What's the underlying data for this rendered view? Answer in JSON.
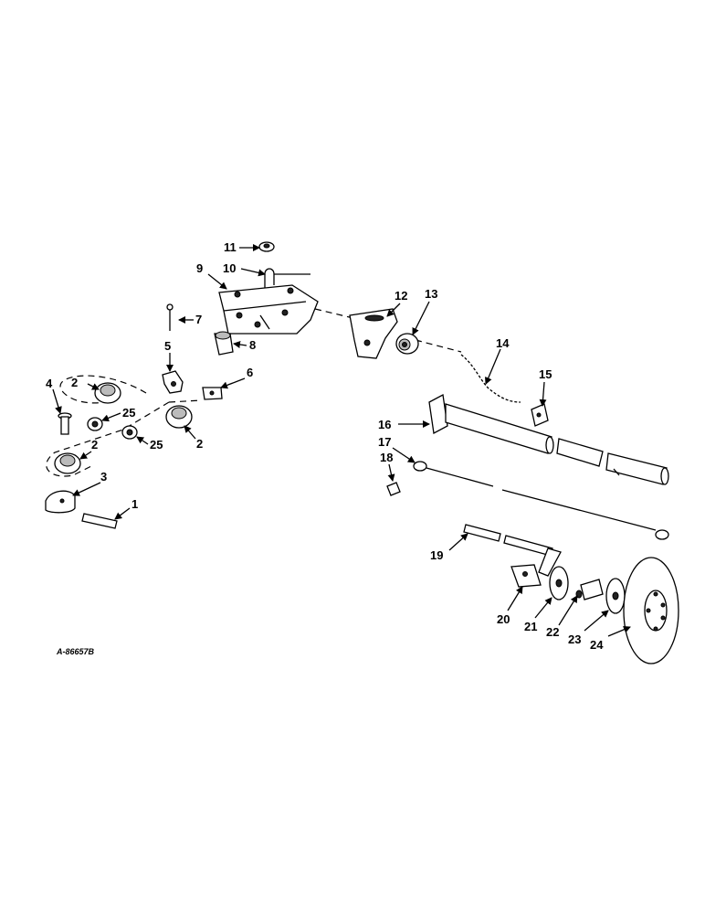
{
  "drawing_code": "A-86657B",
  "callouts": [
    {
      "id": "c1",
      "text": "1"
    },
    {
      "id": "c2a",
      "text": "2"
    },
    {
      "id": "c2b",
      "text": "2"
    },
    {
      "id": "c2c",
      "text": "2"
    },
    {
      "id": "c3",
      "text": "3"
    },
    {
      "id": "c4",
      "text": "4"
    },
    {
      "id": "c5",
      "text": "5"
    },
    {
      "id": "c6",
      "text": "6"
    },
    {
      "id": "c7",
      "text": "7"
    },
    {
      "id": "c8",
      "text": "8"
    },
    {
      "id": "c9",
      "text": "9"
    },
    {
      "id": "c10",
      "text": "10"
    },
    {
      "id": "c11",
      "text": "11"
    },
    {
      "id": "c12",
      "text": "12"
    },
    {
      "id": "c13",
      "text": "13"
    },
    {
      "id": "c14",
      "text": "14"
    },
    {
      "id": "c15",
      "text": "15"
    },
    {
      "id": "c16",
      "text": "16"
    },
    {
      "id": "c17",
      "text": "17"
    },
    {
      "id": "c18",
      "text": "18"
    },
    {
      "id": "c19",
      "text": "19"
    },
    {
      "id": "c20",
      "text": "20"
    },
    {
      "id": "c21",
      "text": "21"
    },
    {
      "id": "c22",
      "text": "22"
    },
    {
      "id": "c23",
      "text": "23"
    },
    {
      "id": "c24",
      "text": "24"
    },
    {
      "id": "c25a",
      "text": "25"
    },
    {
      "id": "c25b",
      "text": "25"
    }
  ]
}
